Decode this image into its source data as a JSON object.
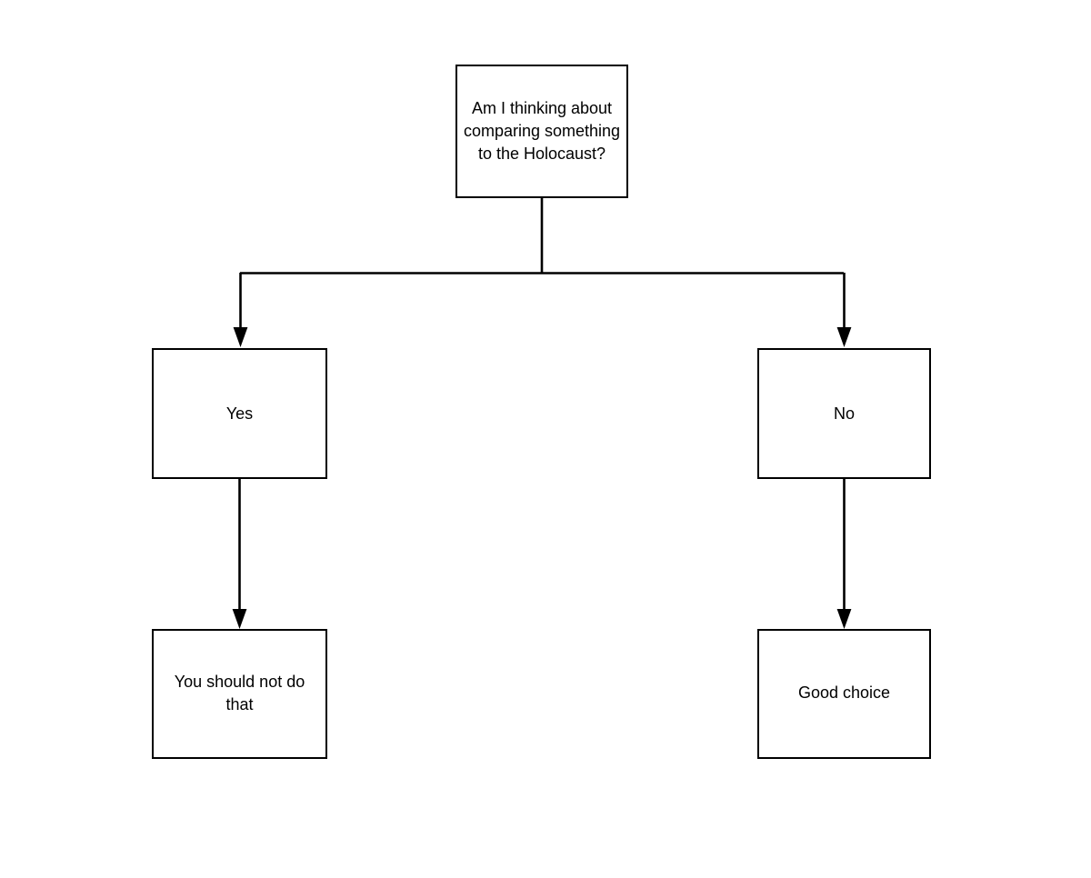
{
  "diagram": {
    "title": "Holocaust comparison decision flowchart",
    "type": "flowchart",
    "background_color": "#ffffff",
    "line_color": "#000000",
    "text_color": "#000000",
    "nodes": [
      {
        "id": "question",
        "label": "Am I thinking about comparing something to the Holocaust?",
        "role": "decision-question"
      },
      {
        "id": "yes",
        "label": "Yes",
        "role": "branch-answer"
      },
      {
        "id": "no",
        "label": "No",
        "role": "branch-answer"
      },
      {
        "id": "warning",
        "label": "You should not do that",
        "role": "outcome"
      },
      {
        "id": "good",
        "label": "Good choice",
        "role": "outcome"
      }
    ],
    "edges": [
      {
        "from": "question",
        "to": "yes",
        "style": "elbow-arrow"
      },
      {
        "from": "question",
        "to": "no",
        "style": "elbow-arrow"
      },
      {
        "from": "yes",
        "to": "warning",
        "style": "straight-arrow"
      },
      {
        "from": "no",
        "to": "good",
        "style": "straight-arrow"
      }
    ]
  }
}
